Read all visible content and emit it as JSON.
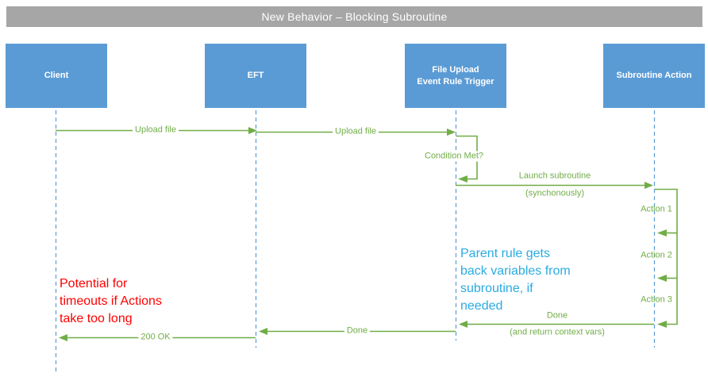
{
  "title": "New Behavior  – Blocking Subroutine",
  "colors": {
    "actor_blue": "#5b9bd5",
    "lifeline_blue": "#5b9bd5",
    "arrow_green": "#70ad47",
    "title_gray": "#a6a6a6",
    "note_red": "#ff0000",
    "note_cyan": "#29abe2"
  },
  "actors": [
    {
      "lines": [
        "Client"
      ]
    },
    {
      "lines": [
        "EFT"
      ]
    },
    {
      "lines": [
        "File Upload",
        "Event Rule Trigger"
      ]
    },
    {
      "lines": [
        "Subroutine Action"
      ]
    }
  ],
  "messages": {
    "upload_file_1": "Upload file",
    "upload_file_2": "Upload file",
    "condition_met": "Condition Met?",
    "launch_subroutine": "Launch subroutine",
    "launch_subroutine_note": "(synchonously)",
    "action_1": "Action 1",
    "action_2": "Action 2",
    "action_3": "Action 3",
    "done_return": "Done",
    "done_return_note": "(and return context vars)",
    "done": "Done",
    "ok_200": "200 OK"
  },
  "notes": {
    "red": {
      "lines": [
        "Potential for",
        "timeouts if Actions",
        "take too long"
      ]
    },
    "cyan": {
      "lines": [
        "Parent rule gets",
        "back variables from",
        "subroutine, if",
        "needed"
      ]
    }
  }
}
